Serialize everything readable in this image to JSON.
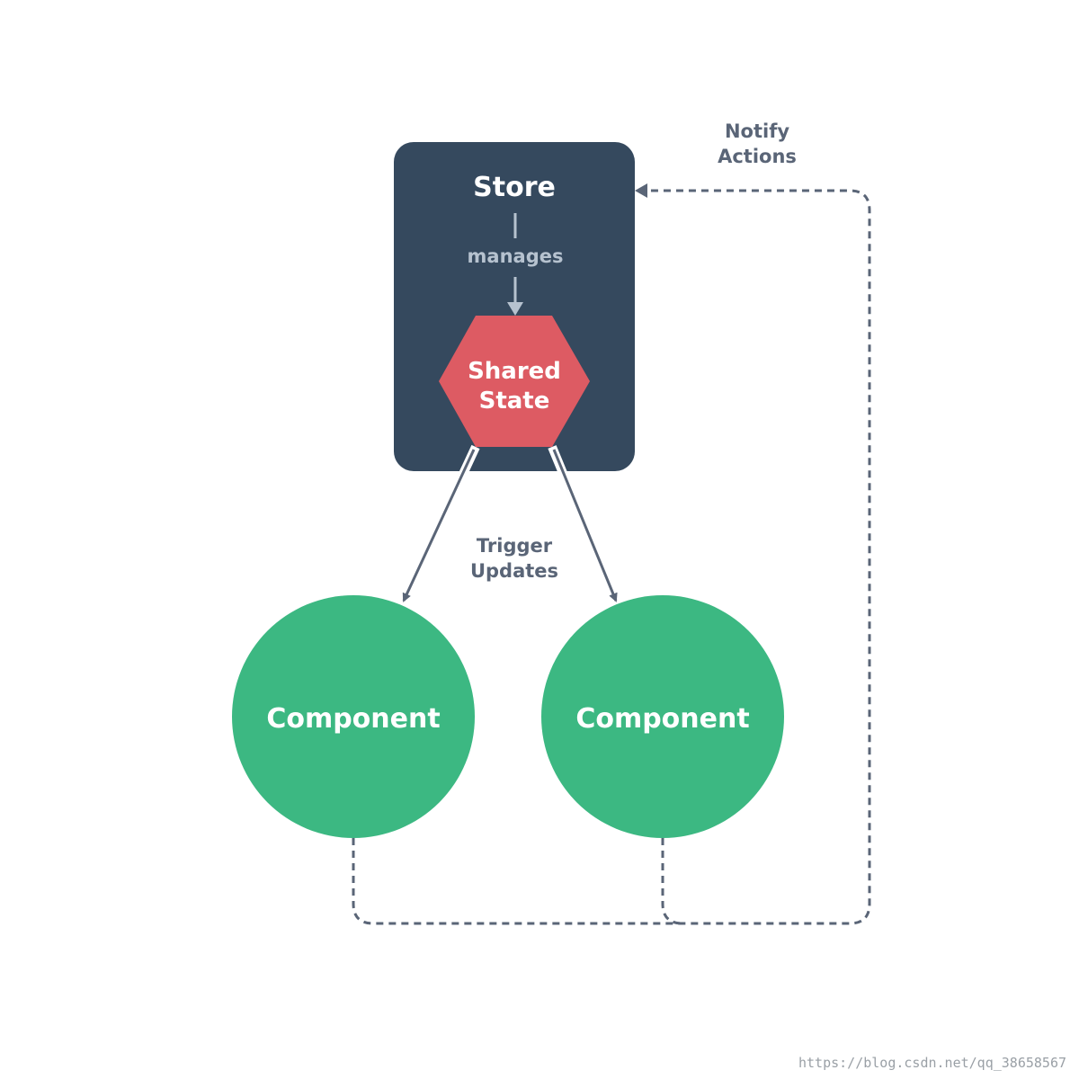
{
  "store": {
    "title": "Store",
    "relation": "manages",
    "color": "#35495e"
  },
  "shared_state": {
    "line1": "Shared",
    "line2": "State",
    "color": "#dd5b63"
  },
  "trigger": {
    "line1": "Trigger",
    "line2": "Updates"
  },
  "notify": {
    "line1": "Notify",
    "line2": "Actions"
  },
  "components": [
    {
      "label": "Component"
    },
    {
      "label": "Component"
    }
  ],
  "colors": {
    "component": "#3cb882",
    "arrow": "#5a6577",
    "manages_text": "#b6c2cf",
    "label_text": "#5a6577",
    "white_text": "#ffffff"
  },
  "watermark": "https://blog.csdn.net/qq_38658567"
}
